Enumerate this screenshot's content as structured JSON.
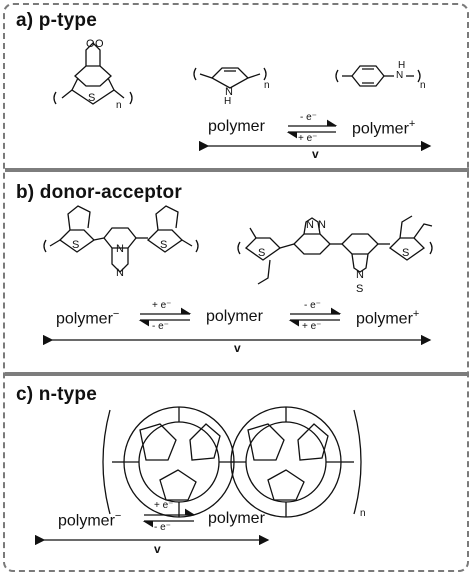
{
  "panel_a": {
    "heading": "a) p-type",
    "left": "polymer",
    "right": "polymer",
    "right_charge": "+",
    "top_arrow": "- e⁻",
    "bottom_arrow": "+ e⁻",
    "axis": "v",
    "subscript": "n",
    "nh": "N",
    "h": "H"
  },
  "panel_b": {
    "heading": "b) donor-acceptor",
    "left": "polymer",
    "left_charge": "−",
    "middle": "polymer",
    "right": "polymer",
    "right_charge": "+",
    "left_top": "+ e⁻",
    "left_bottom": "- e⁻",
    "right_top": "- e⁻",
    "right_bottom": "+ e⁻",
    "axis": "v"
  },
  "panel_c": {
    "heading": "c) n-type",
    "left": "polymer",
    "left_charge": "−",
    "right": "polymer",
    "top_arrow": "+ e⁻",
    "bottom_arrow": "- e⁻",
    "axis": "v",
    "subscript": "n"
  }
}
